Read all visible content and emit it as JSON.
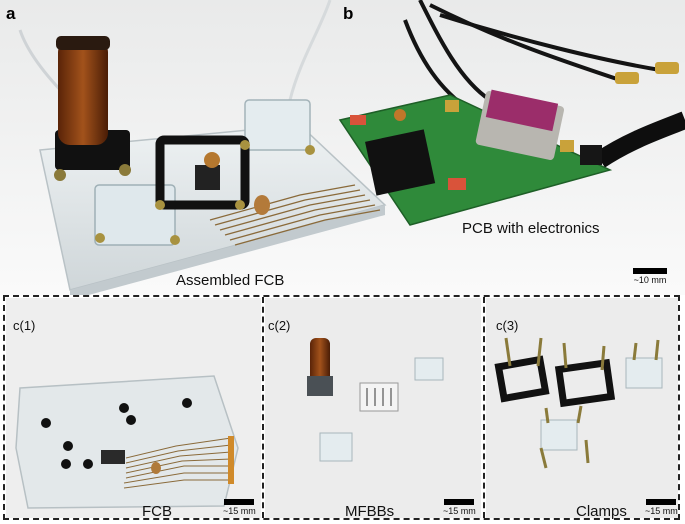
{
  "panels": {
    "a": {
      "letter": "a",
      "caption": "Assembled FCB"
    },
    "b": {
      "letter": "b",
      "caption": "PCB with electronics",
      "scale": "~10 mm"
    },
    "c1": {
      "label": "c(1)",
      "caption": "FCB",
      "scale": "~15 mm"
    },
    "c2": {
      "label": "c(2)",
      "caption": "MFBBs",
      "scale": "~15 mm"
    },
    "c3": {
      "label": "c(3)",
      "caption": "Clamps",
      "scale": "~15 mm"
    }
  },
  "colors": {
    "pcb_green": "#2f8a3a",
    "amber": "#8a3d10",
    "black": "#111111",
    "acrylic": "#e6ecef",
    "gold": "#c9a23a"
  }
}
